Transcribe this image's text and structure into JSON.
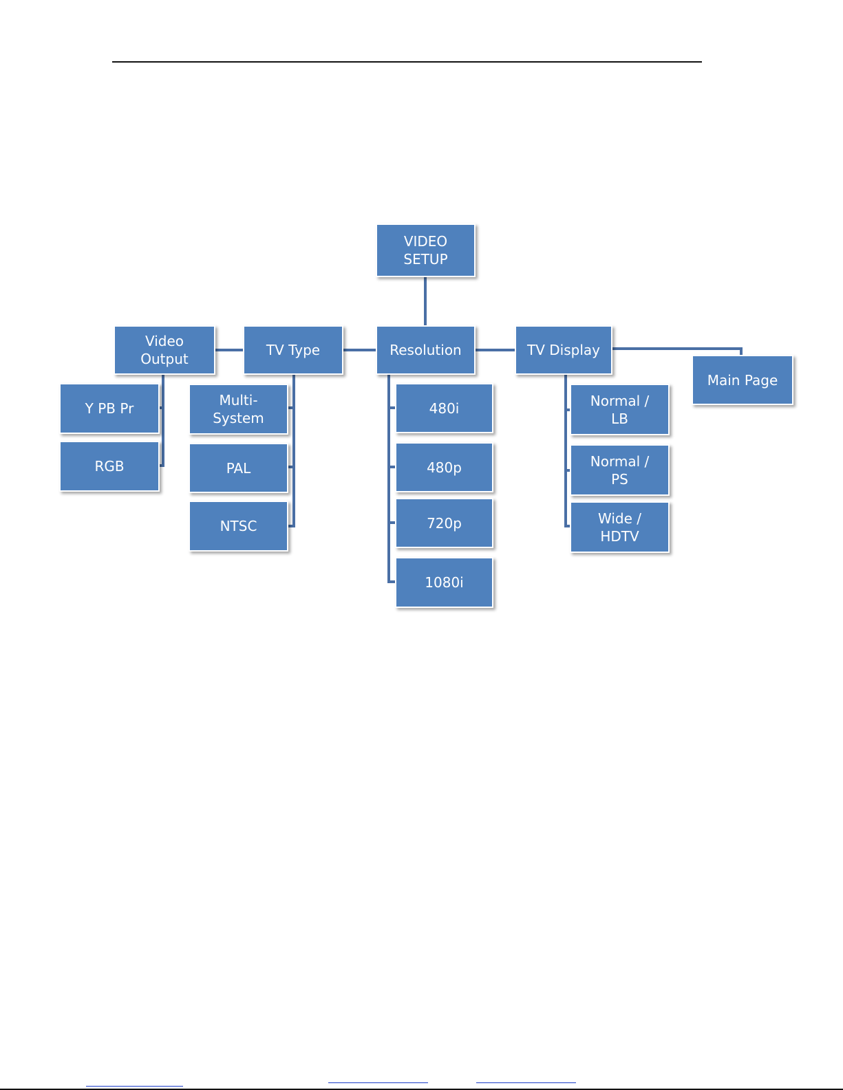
{
  "diagram": {
    "colors": {
      "node_fill": "#4f81bd",
      "node_text": "#ffffff",
      "connector": "#4a6fa5"
    },
    "nodes": [
      {
        "id": "video-setup",
        "label": "VIDEO\nSETUP"
      },
      {
        "id": "video-output",
        "label": "Video\nOutput"
      },
      {
        "id": "tv-type",
        "label": "TV Type"
      },
      {
        "id": "resolution",
        "label": "Resolution"
      },
      {
        "id": "tv-display",
        "label": "TV Display"
      },
      {
        "id": "main-page",
        "label": "Main Page"
      },
      {
        "id": "ypbpr",
        "label": "Y PB Pr"
      },
      {
        "id": "rgb",
        "label": "RGB"
      },
      {
        "id": "multi-system",
        "label": "Multi-\nSystem"
      },
      {
        "id": "pal",
        "label": "PAL"
      },
      {
        "id": "ntsc",
        "label": "NTSC"
      },
      {
        "id": "480i",
        "label": "480i"
      },
      {
        "id": "480p",
        "label": "480p"
      },
      {
        "id": "720p",
        "label": "720p"
      },
      {
        "id": "1080i",
        "label": "1080i"
      },
      {
        "id": "normal-lb",
        "label": "Normal /\nLB"
      },
      {
        "id": "normal-ps",
        "label": "Normal /\nPS"
      },
      {
        "id": "wide-hdtv",
        "label": "Wide /\nHDTV"
      }
    ]
  }
}
